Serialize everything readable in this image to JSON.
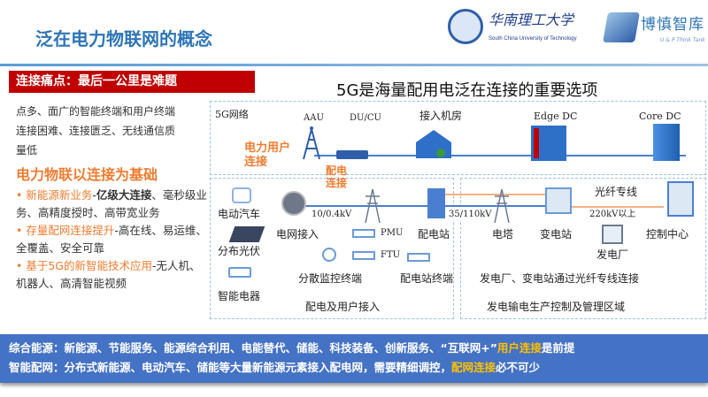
{
  "header": {
    "title": "泛在电力物联网的概念",
    "university_name": "华南理工大学",
    "university_en": "South China University of Technology",
    "think_tank": "博慎智库",
    "think_tank_en": "U & P Think Tank"
  },
  "left": {
    "pain_title": "连接痛点：最后一公里是难题",
    "pain_lines": [
      "点多、面广的智能终端和用户终端",
      "连接困难、连接匮乏、无线通信质",
      "量低"
    ],
    "basis_title": "电力物联以连接为基础",
    "bullets": [
      {
        "hl": "新能源新业务",
        "sep": "-",
        "bold": "亿级大连接",
        "rest": "、毫秒级业务、高精度授时、高带宽业务"
      },
      {
        "hl": "存量配网连接提升",
        "sep": "-",
        "bold": "",
        "rest": "高在线、易运维、全覆盖、安全可靠"
      },
      {
        "hl": "基于5G的新智能技术应用",
        "sep": "-",
        "bold": "",
        "rest": "无人机、机器人、高清智能视频"
      }
    ]
  },
  "diagram": {
    "title": "5G是海量配用电泛在连接的重要选项",
    "net_label": "5G网络",
    "aau": "AAU",
    "ducu": "DU/CU",
    "access_room": "接入机房",
    "edge_dc": "Edge DC",
    "core_dc": "Core DC",
    "user_conn": "电力用户连接",
    "dist_conn": "配电连接",
    "ev": "电动汽车",
    "pv": "分布光伏",
    "appliance": "智能电器",
    "grid_access": "电网接入",
    "v1": "10/0.4kV",
    "pmu": "PMU",
    "ftu": "FTU",
    "monitor": "分散监控终端",
    "dist_station": "配电站",
    "dist_terminal": "配电站终端",
    "v2": "35/110kV",
    "dist_area": "配电及用户接入",
    "tower": "电塔",
    "substation": "变电站",
    "fiber": "光纤专线",
    "v3": "220kV以上",
    "control": "控制中心",
    "plant": "发电厂",
    "fiber_note": "发电厂、变电站通过光纤专线连接",
    "gen_area": "发电输电生产控制及管理区域"
  },
  "footer": {
    "line1": {
      "prefix": "综合能源：新能源、节能服务、能源综合利用、电能替代、储能、科技装备、创新服务、“互联网+”",
      "hl": "用户连接",
      "suffix": "是前提"
    },
    "line2": {
      "prefix": "智能配网：分布式新能源、电动汽车、储能等大量新能源元素接入配电网，需要精细调控，",
      "hl": "配网连接",
      "suffix": "必不可少"
    }
  },
  "colors": {
    "accent": "#2e75b6",
    "red": "#c00000",
    "orange": "#ed7d31",
    "band": "#4472c4",
    "yellow": "#ffc000"
  }
}
